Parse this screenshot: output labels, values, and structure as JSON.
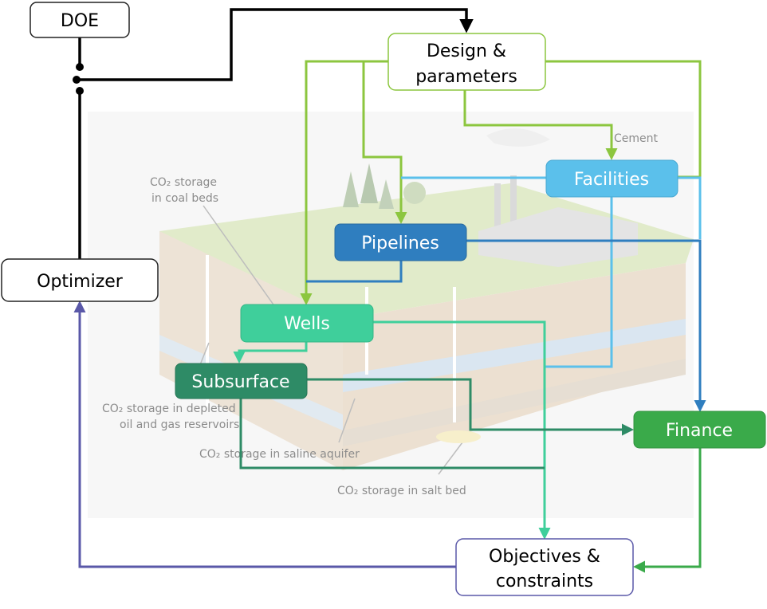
{
  "nodes": {
    "doe": {
      "label": "DOE"
    },
    "design": {
      "line1": "Design &",
      "line2": "parameters"
    },
    "facilities": {
      "label": "Facilities"
    },
    "pipelines": {
      "label": "Pipelines"
    },
    "optimizer": {
      "label": "Optimizer"
    },
    "wells": {
      "label": "Wells"
    },
    "subsurface": {
      "label": "Subsurface"
    },
    "finance": {
      "label": "Finance"
    },
    "objectives": {
      "line1": "Objectives &",
      "line2": "constraints"
    }
  },
  "background": {
    "coal_beds": {
      "line1": "CO₂ storage",
      "line2": "in coal beds"
    },
    "depleted": {
      "line1": "CO₂ storage in depleted",
      "line2": "oil and gas reservoirs"
    },
    "saline": "CO₂ storage in saline aquifer",
    "salt_bed": "CO₂ storage in salt bed",
    "cement": "Cement"
  },
  "colors": {
    "black": "#000000",
    "design_green": "#8cc63f",
    "facilities_blue": "#5bc0eb",
    "pipelines_blue": "#2f7ebf",
    "wells_teal": "#3fcf9b",
    "subsurface_green": "#2e8b66",
    "finance_green": "#3aaa4a",
    "optimizer_purple": "#5a58a8"
  }
}
